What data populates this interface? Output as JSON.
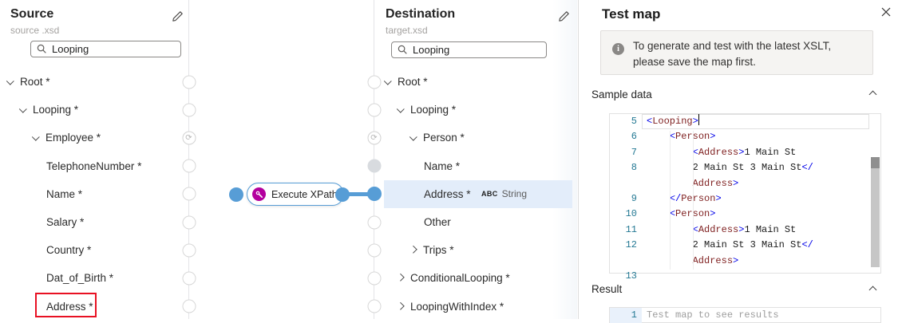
{
  "colors": {
    "accent_blue": "#579dd6",
    "node_magenta": "#b4009e",
    "annotation_red": "#e81123",
    "selection_bg": "#e3edfa"
  },
  "source_panel": {
    "title": "Source",
    "subtitle": "source .xsd",
    "search_value": "Looping",
    "tree": [
      {
        "label": "Root *",
        "level": 0,
        "chev": "down"
      },
      {
        "label": "Looping *",
        "level": 1,
        "chev": "down"
      },
      {
        "label": "Employee *",
        "level": 2,
        "chev": "down",
        "handle": "loop"
      },
      {
        "label": "TelephoneNumber *",
        "level": 3
      },
      {
        "label": "Name *",
        "level": 3
      },
      {
        "label": "Salary *",
        "level": 3
      },
      {
        "label": "Country *",
        "level": 3
      },
      {
        "label": "Dat_of_Birth *",
        "level": 3
      },
      {
        "label": "Address *",
        "level": 3,
        "annotated": true
      }
    ]
  },
  "destination_panel": {
    "title": "Destination",
    "subtitle": "target.xsd",
    "search_value": "Looping",
    "tree": [
      {
        "label": "Root *",
        "level": 0,
        "chev": "down"
      },
      {
        "label": "Looping *",
        "level": 1,
        "chev": "down"
      },
      {
        "label": "Person *",
        "level": 2,
        "chev": "down",
        "handle": "loop"
      },
      {
        "label": "Name *",
        "level": 3,
        "handle": "gray"
      },
      {
        "label": "Address *",
        "level": 3,
        "selected": true,
        "handle": "blue",
        "badge_abc": "ABC",
        "badge_type": "String"
      },
      {
        "label": "Other",
        "level": 3
      },
      {
        "label": "Trips *",
        "level": 2,
        "chev": "right"
      },
      {
        "label": "ConditionalLooping *",
        "level": 1,
        "chev": "right"
      },
      {
        "label": "LoopingWithIndex *",
        "level": 1,
        "chev": "right"
      }
    ]
  },
  "canvas": {
    "function_node_label": "Execute XPath"
  },
  "test_panel": {
    "title": "Test map",
    "info_line1": "To generate and test with the latest XSLT,",
    "info_line2": "please save the map first.",
    "sample_section_label": "Sample data",
    "result_section_label": "Result",
    "result_line_number": "1",
    "result_placeholder": "Test map to see results",
    "sample_editor_lines": [
      {
        "num": "5",
        "current": true,
        "cursor": true,
        "segs": [
          [
            "d",
            "<"
          ],
          [
            "t",
            "Looping"
          ],
          [
            "d",
            ">"
          ]
        ]
      },
      {
        "num": "6",
        "segs": [
          [
            "p",
            "    "
          ],
          [
            "d",
            "<"
          ],
          [
            "t",
            "Person"
          ],
          [
            "d",
            ">"
          ]
        ]
      },
      {
        "num": "7",
        "segs": [
          [
            "p",
            "        "
          ],
          [
            "d",
            "<"
          ],
          [
            "t",
            "Address"
          ],
          [
            "d",
            ">"
          ],
          [
            "p",
            "1 Main St"
          ]
        ]
      },
      {
        "num": "8",
        "segs": [
          [
            "p",
            "        2 Main St 3 Main St"
          ],
          [
            "d",
            "</"
          ]
        ]
      },
      {
        "num": "",
        "segs": [
          [
            "p",
            "        "
          ],
          [
            "t",
            "Address"
          ],
          [
            "d",
            ">"
          ]
        ]
      },
      {
        "num": "9",
        "segs": [
          [
            "p",
            "    "
          ],
          [
            "d",
            "</"
          ],
          [
            "t",
            "Person"
          ],
          [
            "d",
            ">"
          ]
        ]
      },
      {
        "num": "10",
        "segs": [
          [
            "p",
            "    "
          ],
          [
            "d",
            "<"
          ],
          [
            "t",
            "Person"
          ],
          [
            "d",
            ">"
          ]
        ]
      },
      {
        "num": "11",
        "segs": [
          [
            "p",
            "        "
          ],
          [
            "d",
            "<"
          ],
          [
            "t",
            "Address"
          ],
          [
            "d",
            ">"
          ],
          [
            "p",
            "1 Main St"
          ]
        ]
      },
      {
        "num": "12",
        "segs": [
          [
            "p",
            "        2 Main St 3 Main St"
          ],
          [
            "d",
            "</"
          ]
        ]
      },
      {
        "num": "",
        "segs": [
          [
            "p",
            "        "
          ],
          [
            "t",
            "Address"
          ],
          [
            "d",
            ">"
          ]
        ]
      },
      {
        "num": "13",
        "segs": []
      }
    ]
  }
}
